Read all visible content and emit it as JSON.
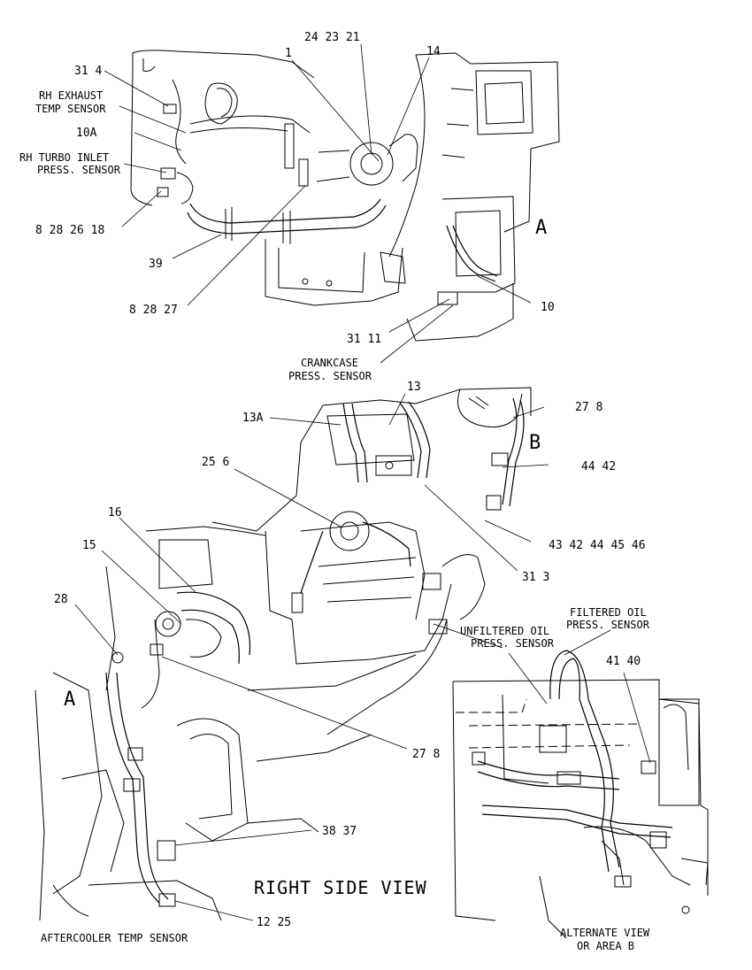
{
  "callouts": {
    "c_31_4": "31 4",
    "c_24_23_21": "24 23 21",
    "c_1": "1",
    "c_14": "14",
    "c_10a": "10A",
    "c_8_28_26_18": "8 28 26 18",
    "c_39": "39",
    "c_8_28_27": "8 28 27",
    "c_10": "10",
    "c_31_11": "31 11",
    "c_13": "13",
    "c_13a": "13A",
    "c_27_8_top": "27 8",
    "c_44_42": "44 42",
    "c_25_6": "25 6",
    "c_16": "16",
    "c_15": "15",
    "c_43_42_44_45_46": "43 42 44 45 46",
    "c_31_3": "31 3",
    "c_28": "28",
    "c_41_40": "41 40",
    "c_27_8_bottom": "27 8",
    "c_38_37": "38 37",
    "c_12_25": "12 25"
  },
  "sensor_labels": {
    "rh_exhaust": [
      "RH EXHAUST",
      "TEMP SENSOR"
    ],
    "rh_turbo": [
      "RH TURBO INLET",
      "PRESS. SENSOR"
    ],
    "crankcase": [
      "CRANKCASE",
      "PRESS. SENSOR"
    ],
    "unfiltered_oil": [
      "UNFILTERED OIL",
      "PRESS. SENSOR"
    ],
    "filtered_oil": [
      "FILTERED OIL",
      "PRESS. SENSOR"
    ],
    "aftercooler": "AFTERCOOLER TEMP SENSOR"
  },
  "view_letters": {
    "a_top": "A",
    "b": "B",
    "a_left": "A"
  },
  "view_titles": {
    "right_side": "RIGHT SIDE VIEW",
    "alternate": [
      "ALTERNATE VIEW",
      "OR AREA B"
    ]
  }
}
